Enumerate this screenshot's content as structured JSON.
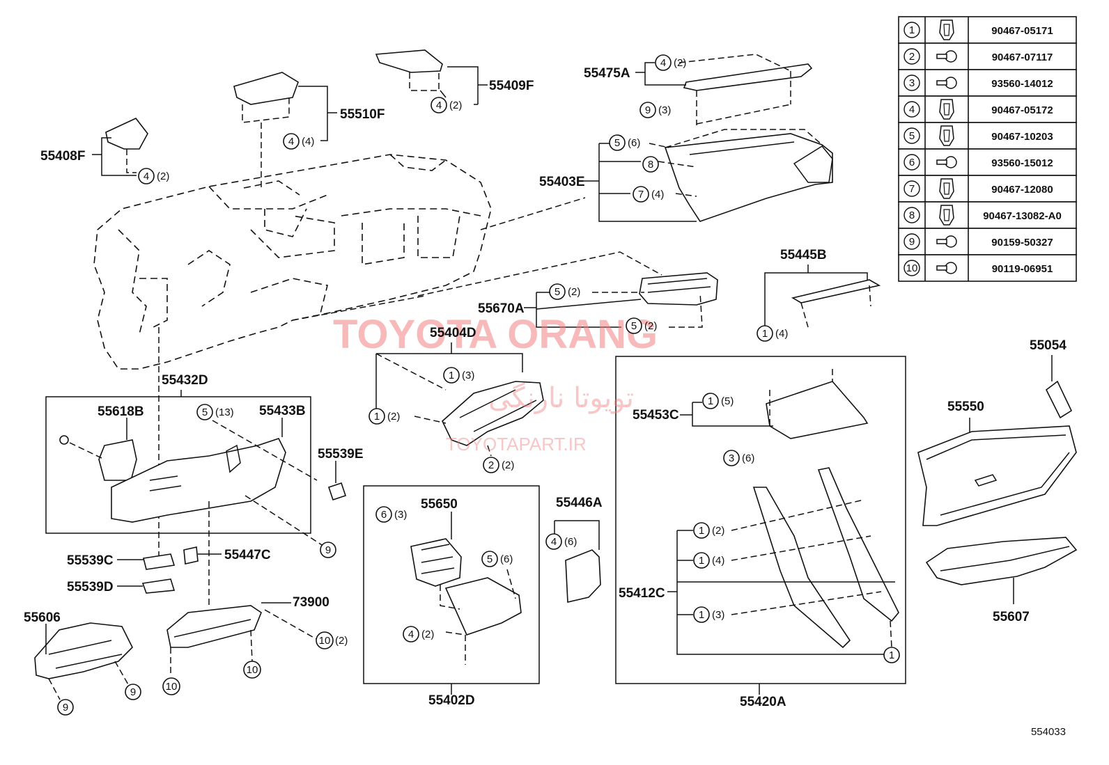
{
  "diagram_code": "554033",
  "watermark": {
    "line1": "TOYOTA ORANG",
    "line2": "تویوتا نارنگی",
    "line3": "TOYOTAPART.IR"
  },
  "fastener_table": [
    {
      "n": "1",
      "part": "90467-05171"
    },
    {
      "n": "2",
      "part": "90467-07117"
    },
    {
      "n": "3",
      "part": "93560-14012"
    },
    {
      "n": "4",
      "part": "90467-05172"
    },
    {
      "n": "5",
      "part": "90467-10203"
    },
    {
      "n": "6",
      "part": "93560-15012"
    },
    {
      "n": "7",
      "part": "90467-12080"
    },
    {
      "n": "8",
      "part": "90467-13082-A0"
    },
    {
      "n": "9",
      "part": "90159-50327"
    },
    {
      "n": "10",
      "part": "90119-06951"
    }
  ],
  "parts": {
    "p55409F": "55409F",
    "p55510F": "55510F",
    "p55408F": "55408F",
    "p55475A": "55475A",
    "p55403E": "55403E",
    "p55445B": "55445B",
    "p55670A": "55670A",
    "p55404D": "55404D",
    "p55054": "55054",
    "p55432D": "55432D",
    "p55618B": "55618B",
    "p55433B": "55433B",
    "p55539E": "55539E",
    "p55453C": "55453C",
    "p55550": "55550",
    "p55650": "55650",
    "p55446A": "55446A",
    "p55539C": "55539C",
    "p55447C": "55447C",
    "p55539D": "55539D",
    "p73900": "73900",
    "p55412C": "55412C",
    "p55607": "55607",
    "p55606": "55606",
    "p55402D": "55402D",
    "p55420A": "55420A"
  },
  "callouts": {
    "c409f": {
      "n": "4",
      "q": "(2)"
    },
    "c510f": {
      "n": "4",
      "q": "(4)"
    },
    "c408f": {
      "n": "4",
      "q": "(2)"
    },
    "c475a_4": {
      "n": "4",
      "q": "(2)"
    },
    "c475a_9": {
      "n": "9",
      "q": "(3)"
    },
    "c403e_5": {
      "n": "5",
      "q": "(6)"
    },
    "c403e_8": {
      "n": "8",
      "q": ""
    },
    "c403e_7": {
      "n": "7",
      "q": "(4)"
    },
    "c670a_a": {
      "n": "5",
      "q": "(2)"
    },
    "c670a_b": {
      "n": "5",
      "q": "(2)"
    },
    "c445b": {
      "n": "1",
      "q": "(4)"
    },
    "c404d_a": {
      "n": "1",
      "q": "(3)"
    },
    "c404d_b": {
      "n": "1",
      "q": "(2)"
    },
    "c404d_c": {
      "n": "2",
      "q": "(2)"
    },
    "c433b": {
      "n": "5",
      "q": "(13)"
    },
    "c432d_9": {
      "n": "9",
      "q": ""
    },
    "c453c_1": {
      "n": "1",
      "q": "(5)"
    },
    "c453c_3": {
      "n": "3",
      "q": "(6)"
    },
    "c650_6": {
      "n": "6",
      "q": "(3)"
    },
    "c650_5": {
      "n": "5",
      "q": "(6)"
    },
    "c650_4": {
      "n": "4",
      "q": "(2)"
    },
    "c446a": {
      "n": "4",
      "q": "(6)"
    },
    "c412c_a": {
      "n": "1",
      "q": "(2)"
    },
    "c412c_b": {
      "n": "1",
      "q": "(4)"
    },
    "c412c_c": {
      "n": "1",
      "q": "(3)"
    },
    "c412c_d": {
      "n": "1",
      "q": ""
    },
    "c739_10": {
      "n": "10",
      "q": "(2)"
    },
    "c739_10b": {
      "n": "10",
      "q": ""
    },
    "c739_10c": {
      "n": "10",
      "q": ""
    },
    "c606_9a": {
      "n": "9",
      "q": ""
    },
    "c606_9b": {
      "n": "9",
      "q": ""
    }
  }
}
